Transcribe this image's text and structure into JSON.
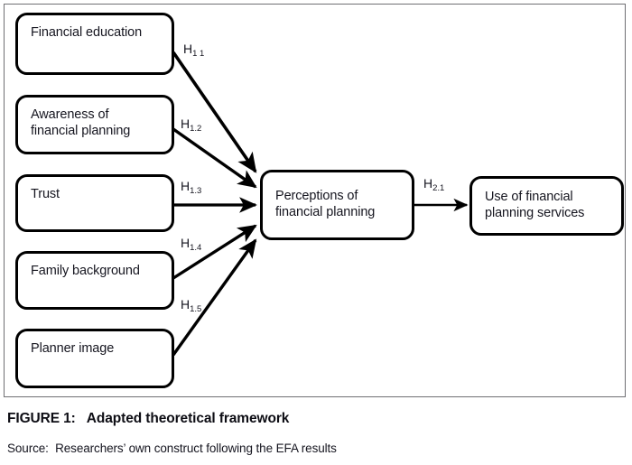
{
  "figure": {
    "caption_label": "FIGURE 1:",
    "caption_title": "Adapted theoretical framework",
    "caption_full": "FIGURE 1:   Adapted theoretical framework",
    "source_label": "Source:",
    "source_text": "Researchers’ own construct following the EFA results",
    "source_full": "Source:  Researchers’ own construct following the EFA results"
  },
  "diagram": {
    "type": "path-model",
    "nodes": [
      {
        "id": "financial-education",
        "label": "Financial education"
      },
      {
        "id": "awareness",
        "label": "Awareness of\nfinancial planning"
      },
      {
        "id": "trust",
        "label": "Trust"
      },
      {
        "id": "family-background",
        "label": "Family background"
      },
      {
        "id": "planner-image",
        "label": "Planner image"
      },
      {
        "id": "perceptions",
        "label": "Perceptions of\nfinancial planning"
      },
      {
        "id": "use-services",
        "label": "Use of financial\nplanning services"
      }
    ],
    "edges": [
      {
        "id": "h1-1",
        "from": "financial-education",
        "to": "perceptions",
        "label_main": "H",
        "label_sub": "1 1"
      },
      {
        "id": "h1-2",
        "from": "awareness",
        "to": "perceptions",
        "label_main": "H",
        "label_sub": "1.2"
      },
      {
        "id": "h1-3",
        "from": "trust",
        "to": "perceptions",
        "label_main": "H",
        "label_sub": "1.3"
      },
      {
        "id": "h1-4",
        "from": "family-background",
        "to": "perceptions",
        "label_main": "H",
        "label_sub": "1.4"
      },
      {
        "id": "h1-5",
        "from": "planner-image",
        "to": "perceptions",
        "label_main": "H",
        "label_sub": "1.5"
      },
      {
        "id": "h2-1",
        "from": "perceptions",
        "to": "use-services",
        "label_main": "H",
        "label_sub": "2.1"
      }
    ]
  },
  "colors": {
    "stroke": "#000000",
    "text": "#15151f",
    "frame": "#6f6f73",
    "background": "#ffffff"
  }
}
